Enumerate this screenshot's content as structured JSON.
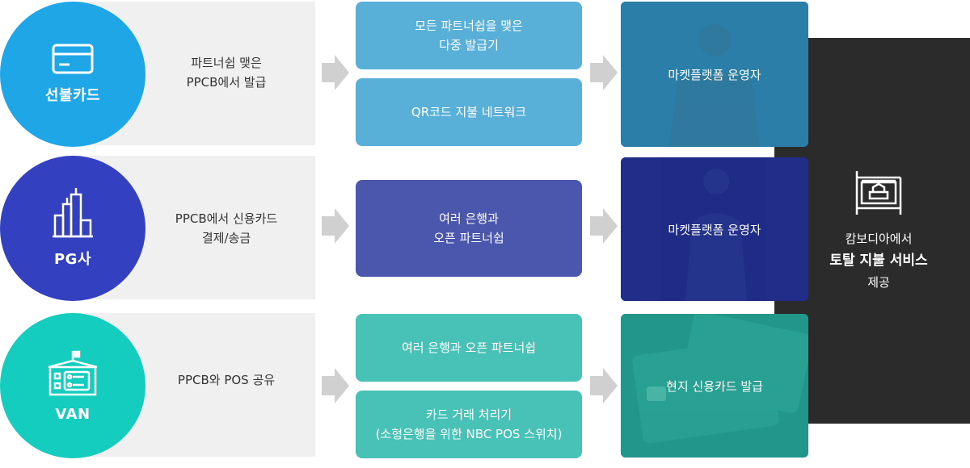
{
  "rows": [
    {
      "circle_label": "선불카드",
      "circle_icon": "card-icon",
      "description_lines": [
        "파트너쉽 맺은",
        "PPCB에서 발급"
      ],
      "boxes": [
        {
          "lines": [
            "모든 파트너쉽을 맺은",
            "다중 발급기"
          ]
        },
        {
          "lines": [
            "QR코드 지불 네트워크"
          ]
        }
      ],
      "photo_label": "마켓플랫폼 운영자"
    },
    {
      "circle_label": "PG사",
      "circle_icon": "buildings-icon",
      "description_lines": [
        "PPCB에서 신용카드",
        "결제/송금"
      ],
      "boxes": [
        {
          "lines": [
            "여러 은행과",
            "오픈 파트너쉽"
          ]
        }
      ],
      "photo_label": "마켓플랫폼 운영자"
    },
    {
      "circle_label": "VAN",
      "circle_icon": "building-flag-icon",
      "description_lines": [
        "PPCB와 POS 공유"
      ],
      "boxes": [
        {
          "lines": [
            "여러 은행과 오픈 파트너쉽"
          ]
        },
        {
          "lines": [
            "카드 거래 처리기",
            "(소형은행을 위한 NBC POS 스위치)"
          ]
        }
      ],
      "photo_label": "현지 신용카드 발급"
    }
  ],
  "result": {
    "icon": "pos-terminal-icon",
    "line1": "캄보디아에서",
    "line2": "토탈 지불 서비스",
    "line3": "제공"
  },
  "colors": {
    "circle_card": "#1ea6e6",
    "circle_pg": "#3340bf",
    "circle_van": "#14cdbe",
    "photo_blue": "#2a7fa8",
    "photo_navy": "#1f2c87",
    "photo_teal": "#22968a",
    "dark_panel": "#2b2b2b"
  }
}
